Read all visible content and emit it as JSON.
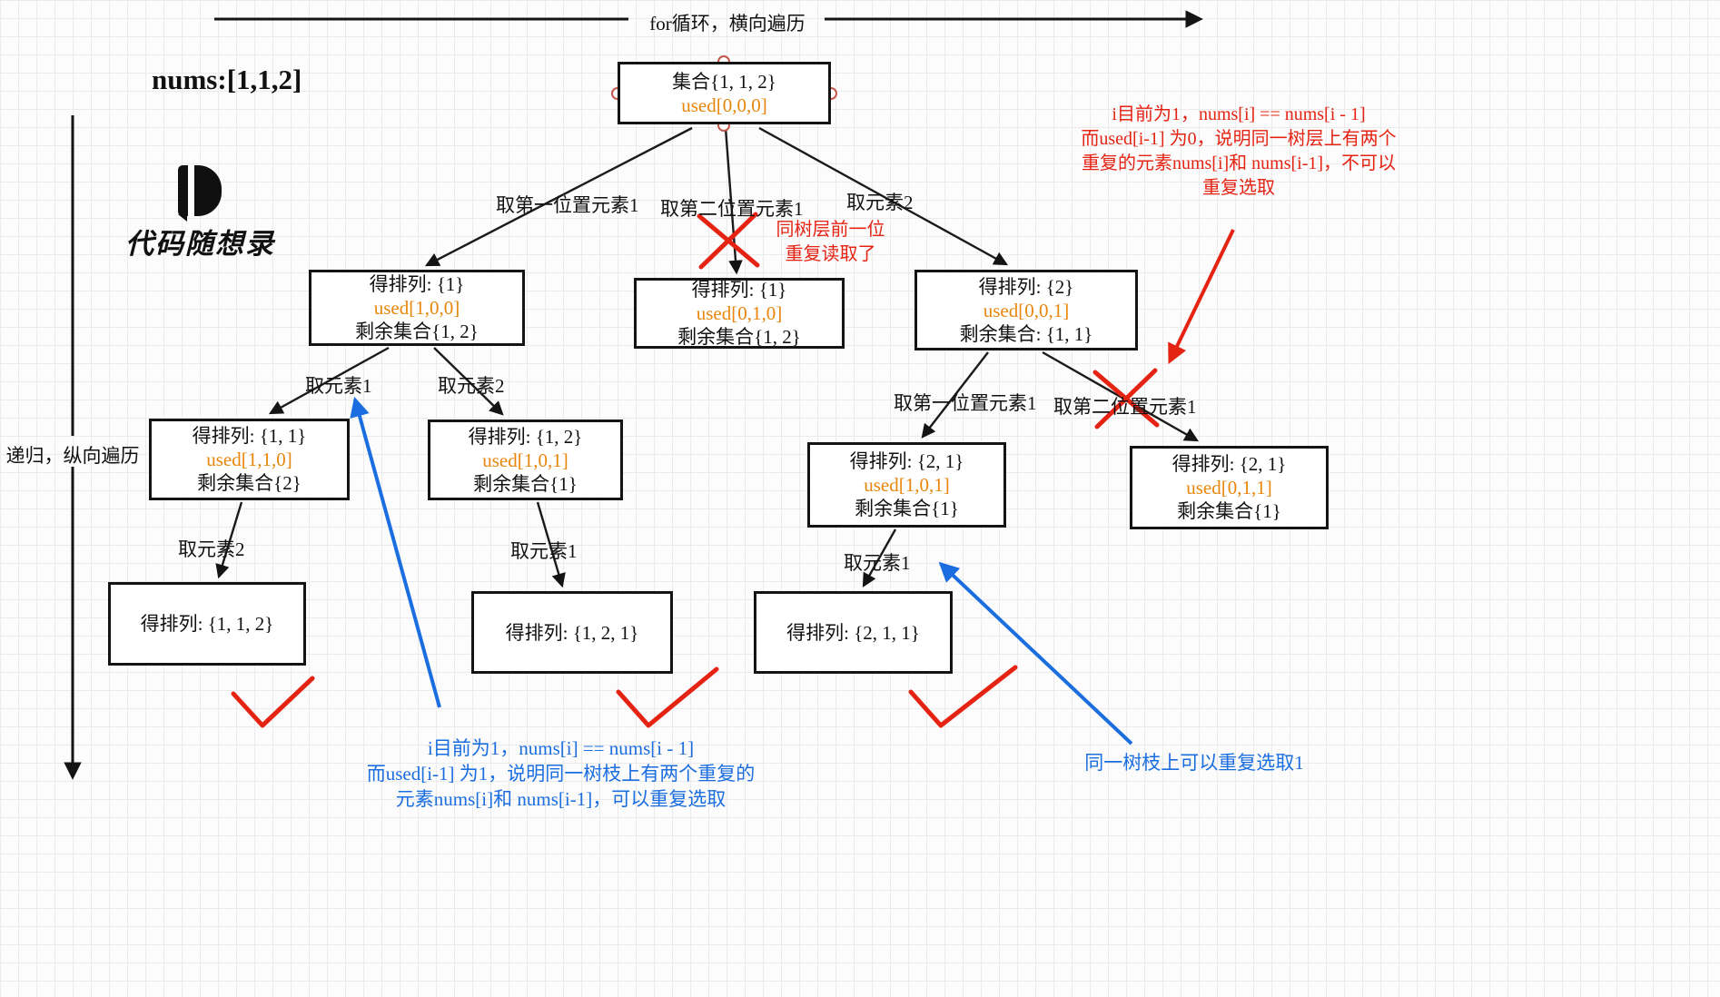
{
  "header": {
    "top_arrow_label": "for循环，横向遍历",
    "left_arrow_label": "递归，纵向遍历",
    "nums_label": "nums:[1,1,2]",
    "logo_text": "代码随想录"
  },
  "colors": {
    "used_orange": "#e8860b",
    "annotation_red": "#e42313",
    "annotation_blue": "#1b6ee0",
    "node_border": "#141414"
  },
  "nodes": {
    "root": {
      "l1": "集合{1, 1, 2}",
      "l2": "used[0,0,0]"
    },
    "p1": {
      "l1": "得排列: {1}",
      "l2": "used[1,0,0]",
      "l3": "剩余集合{1, 2}"
    },
    "p1dup": {
      "l1": "得排列: {1}",
      "l2": "used[0,1,0]",
      "l3": "剩余集合{1, 2}"
    },
    "p2": {
      "l1": "得排列: {2}",
      "l2": "used[0,0,1]",
      "l3": "剩余集合: {1, 1}"
    },
    "p11": {
      "l1": "得排列: {1, 1}",
      "l2": "used[1,1,0]",
      "l3": "剩余集合{2}"
    },
    "p12": {
      "l1": "得排列: {1, 2}",
      "l2": "used[1,0,1]",
      "l3": "剩余集合{1}"
    },
    "p21": {
      "l1": "得排列: {2, 1}",
      "l2": "used[1,0,1]",
      "l3": "剩余集合{1}"
    },
    "p21dup": {
      "l1": "得排列: {2, 1}",
      "l2": "used[0,1,1]",
      "l3": "剩余集合{1}"
    },
    "p112": {
      "l1": "得排列: {1, 1, 2}"
    },
    "p121": {
      "l1": "得排列: {1, 2, 1}"
    },
    "p211": {
      "l1": "得排列: {2, 1, 1}"
    }
  },
  "edge_labels": [
    "取第一位置元素1",
    "取第二位置元素1",
    "取元素2",
    "取元素1",
    "取元素2",
    "取第一位置元素1",
    "取第二位置元素1",
    "取元素2",
    "取元素1",
    "取元素1"
  ],
  "annotations": {
    "red_rule": [
      "i目前为1，nums[i] == nums[i - 1]",
      "而used[i-1] 为0，说明同一树层上有两个",
      "重复的元素nums[i]和 nums[i-1]，不可以",
      "重复选取"
    ],
    "layer_note": [
      "同树层前一位",
      "重复读取了"
    ],
    "blue_rule": [
      "i目前为1，nums[i] == nums[i - 1]",
      "而used[i-1] 为1，说明同一树枝上有两个重复的",
      "元素nums[i]和 nums[i-1]，可以重复选取"
    ],
    "blue_branch_note": "同一树枝上可以重复选取1"
  }
}
